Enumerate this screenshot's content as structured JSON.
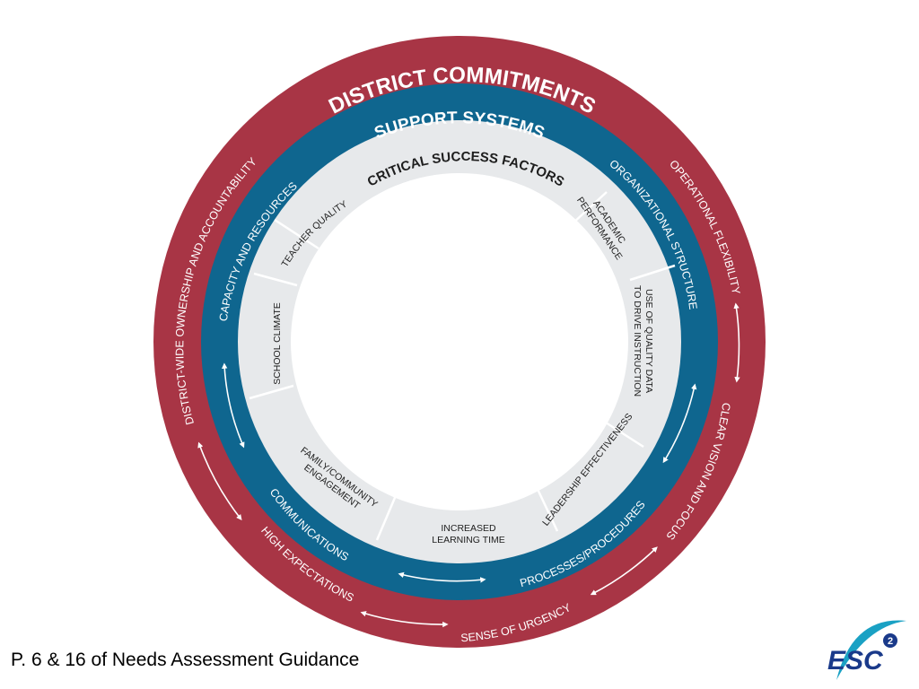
{
  "rings": {
    "district_commitments": {
      "title": "DISTRICT COMMITMENTS",
      "items": [
        "OPERATIONAL FLEXIBILITY",
        "CLEAR VISION AND FOCUS",
        "SENSE OF URGENCY",
        "HIGH EXPECTATIONS",
        "DISTRICT-WIDE OWNERSHIP AND ACCOUNTABILITY"
      ]
    },
    "support_systems": {
      "title": "SUPPORT SYSTEMS",
      "items": [
        "ORGANIZATIONAL STRUCTURE",
        "PROCESSES/PROCEDURES",
        "COMMUNICATIONS",
        "CAPACITY AND RESOURCES"
      ]
    },
    "critical_success_factors": {
      "title": "CRITICAL SUCCESS FACTORS",
      "items": {
        "teacher_quality": "TEACHER QUALITY",
        "academic_performance": [
          "ACADEMIC",
          "PERFORMANCE"
        ],
        "quality_data": [
          "USE OF QUALITY DATA",
          "TO DRIVE INSTRUCTION"
        ],
        "leadership": "LEADERSHIP EFFECTIVENESS",
        "learning_time": [
          "INCREASED",
          "LEARNING TIME"
        ],
        "family": [
          "FAMILY/COMMUNITY",
          "ENGAGEMENT"
        ],
        "school_climate": "SCHOOL CLIMATE"
      }
    }
  },
  "colors": {
    "outer_ring": "#a83545",
    "middle_ring": "#0f668f",
    "inner_ring": "#e7e9eb",
    "center": "#ffffff",
    "ring_text": "#ffffff",
    "inner_text": "#1e1e1e",
    "logo_blue": "#1a3a8a",
    "logo_teal": "#1aa1c4"
  },
  "caption": "P. 6 & 16 of Needs Assessment Guidance",
  "logo": {
    "text": "ESC",
    "superscript": "2"
  }
}
